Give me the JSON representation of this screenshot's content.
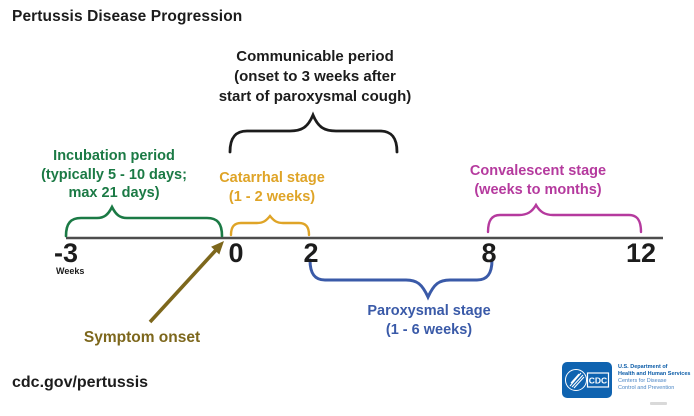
{
  "title": "Pertussis Disease Progression",
  "colors": {
    "green": "#1b7a45",
    "orange": "#dfa427",
    "magenta": "#b53a9e",
    "blue": "#3a5aa8",
    "olive": "#7d671c",
    "black": "#1c1c1c",
    "axis": "#4d4d4d",
    "cdc_blue": "#0f63b0"
  },
  "annotations": {
    "communicable": {
      "lines": [
        "Communicable period",
        "(onset to 3 weeks after",
        "start of paroxysmal cough)"
      ]
    },
    "incubation": {
      "lines": [
        "Incubation period",
        "(typically 5 - 10 days;",
        "max 21 days)"
      ]
    },
    "catarrhal": {
      "lines": [
        "Catarrhal stage",
        "(1 - 2 weeks)"
      ]
    },
    "convalescent": {
      "lines": [
        "Convalescent stage",
        "(weeks to months)"
      ]
    },
    "paroxysmal": {
      "lines": [
        "Paroxysmal stage",
        "(1 - 6 weeks)"
      ]
    },
    "symptom_onset": "Symptom onset"
  },
  "timeline": {
    "unit_label": "Weeks",
    "ticks": [
      "-3",
      "0",
      "2",
      "8",
      "12"
    ]
  },
  "footer": {
    "url": "cdc.gov/pertussis"
  },
  "cdc_logo": {
    "acronym": "CDC",
    "dept_lines": [
      "U.S. Department of",
      "Health and Human Services"
    ],
    "org_lines": [
      "Centers for Disease",
      "Control and Prevention"
    ]
  }
}
